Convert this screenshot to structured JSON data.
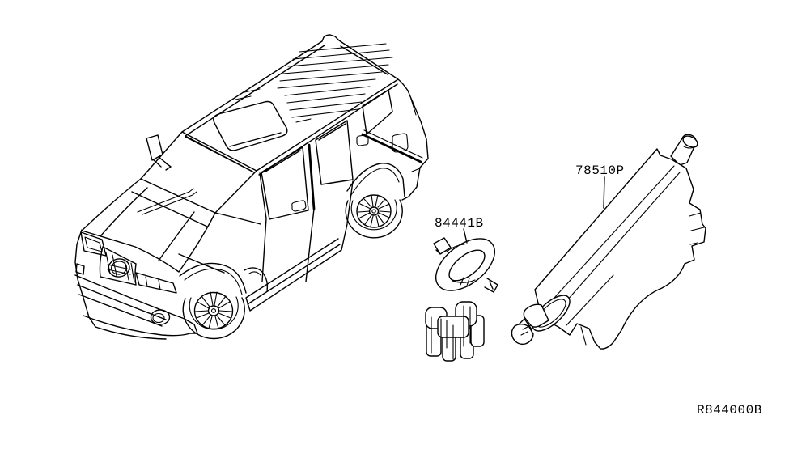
{
  "diagram": {
    "type": "vehicle-parts-line-diagram",
    "background_color": "#ffffff",
    "line_color": "#000000",
    "reference_code": "R844000B",
    "parts": [
      {
        "label": "84441B"
      },
      {
        "label": "78510P"
      }
    ]
  }
}
